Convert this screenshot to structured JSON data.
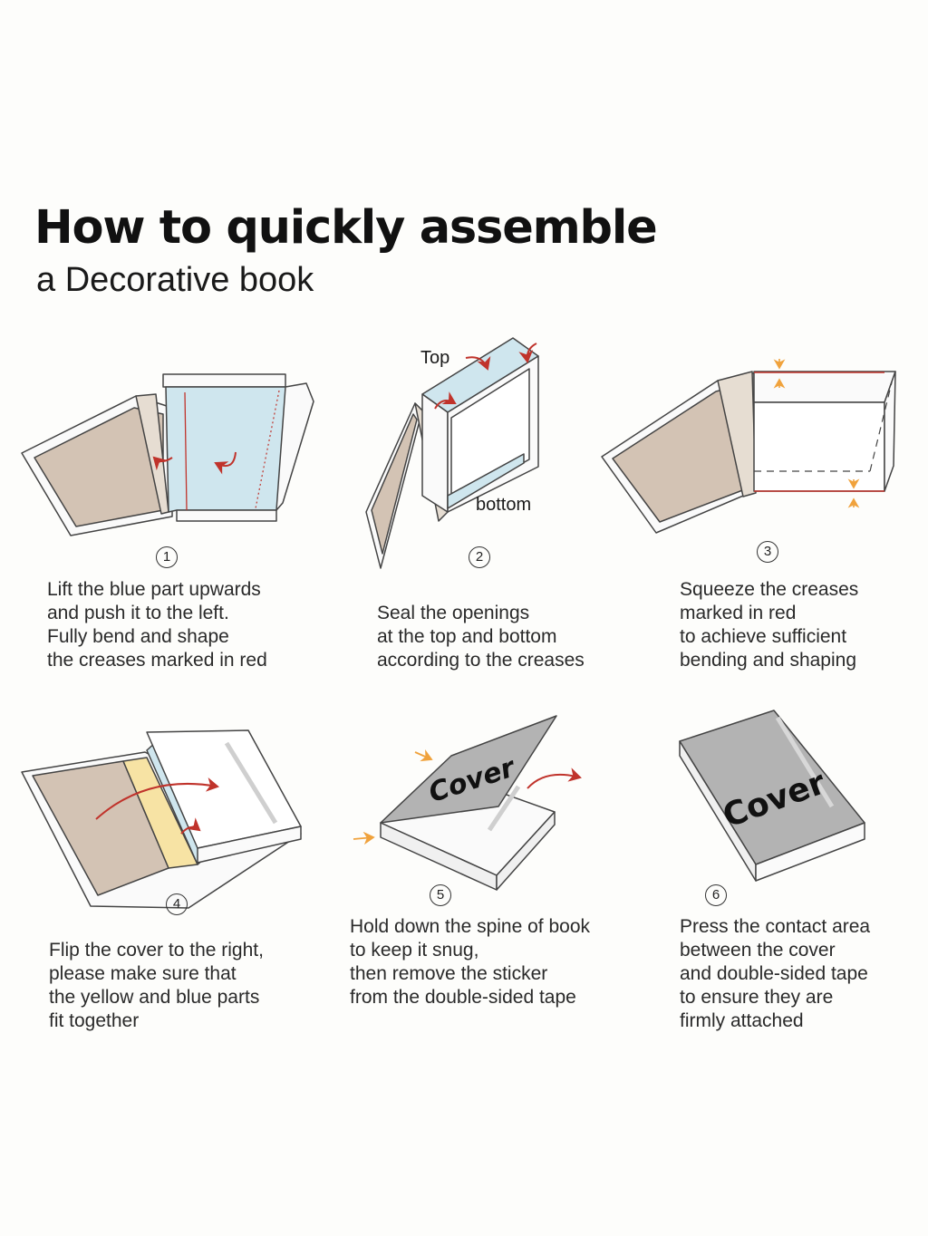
{
  "header": {
    "title": "How to quickly assemble",
    "subtitle": "a Decorative book"
  },
  "colors": {
    "tan": "#d3c3b4",
    "blue": "#cfe6ee",
    "yellow": "#f7e3a4",
    "gray": "#b3b3b3",
    "red": "#c0332b",
    "orange": "#f0a23c"
  },
  "steps": [
    {
      "number": "1",
      "lines": [
        "Lift the blue part upwards",
        "and push it to the left.",
        "Fully bend and shape",
        "the creases marked in red"
      ]
    },
    {
      "number": "2",
      "labels": {
        "top": "Top",
        "bottom": "bottom"
      },
      "lines": [
        "Seal the openings",
        "at the top and bottom",
        "according to the creases"
      ]
    },
    {
      "number": "3",
      "lines": [
        "Squeeze the creases",
        "marked in red",
        "to achieve sufficient",
        "bending and shaping"
      ]
    },
    {
      "number": "4",
      "lines": [
        "Flip the cover to the right,",
        "please make sure that",
        "the yellow and blue parts",
        "fit together"
      ]
    },
    {
      "number": "5",
      "cover_text": "Cover",
      "lines": [
        "Hold down the spine of book",
        "to keep it snug,",
        "then remove the sticker",
        "from the double-sided tape"
      ]
    },
    {
      "number": "6",
      "cover_text": "Cover",
      "lines": [
        "Press the contact area",
        "between the cover",
        "and double-sided tape",
        "to ensure they are",
        "firmly attached"
      ]
    }
  ]
}
